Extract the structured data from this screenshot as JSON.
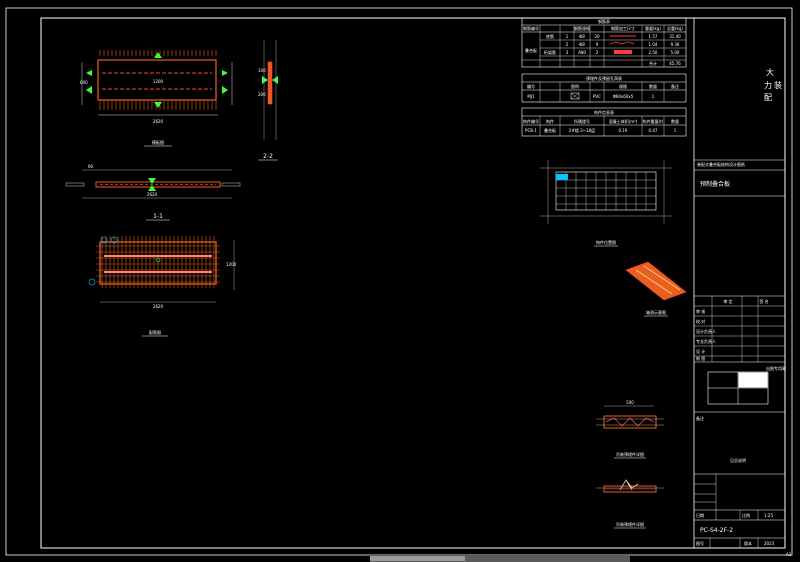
{
  "drawing": {
    "plan_caption": "模板图",
    "section_1_caption": "1-1",
    "section_2_caption": "2-2",
    "rebar_plan_caption": "配筋图",
    "location_caption": "构件位置图",
    "iso_caption": "轴测示意图",
    "detail1_caption": "吊装预埋件详图",
    "detail2_caption": "吊装预埋件详图"
  },
  "dims": {
    "length": "2620",
    "width": "1200",
    "thk": "60",
    "half": "600",
    "d1": "100",
    "d2": "500",
    "d3": "200"
  },
  "tables": {
    "t1_title": "钢筋表",
    "t1_headers": [
      "钢筋编号",
      "",
      "",
      "钢筋规格",
      "",
      "钢筋加工尺寸",
      "重量(kg)",
      "总重(kg)"
    ],
    "t1_rows": [
      [
        "",
        "底筋",
        "1",
        "Φ8",
        "20",
        "",
        "1.57",
        "31.40"
      ],
      [
        "叠合板",
        "",
        "2",
        "Φ8",
        "9",
        "",
        "1.04",
        "9.36"
      ],
      [
        "",
        "桁架筋",
        "3",
        "A80",
        "2",
        "",
        "2.50",
        "5.00"
      ],
      [
        "",
        "",
        "",
        "",
        "",
        "",
        "合计",
        "45.76"
      ]
    ],
    "t2_title": "预埋件及预留孔洞表",
    "t2_headers": [
      "编号",
      "",
      "图例",
      "",
      "规格",
      "数量",
      "备注"
    ],
    "t2_row": [
      "MJ1",
      "",
      "",
      "PVC",
      "Φ60x60x5",
      "1",
      ""
    ],
    "t3_title": "构件信息表",
    "t3_headers": [
      "构件编号",
      "构件",
      "所属楼号",
      "混凝土体积(m³)",
      "构件重量(t)",
      "数量"
    ],
    "t3_row": [
      "PCB-1",
      "叠合板",
      "2#楼 3~18层",
      "0.19",
      "0.47",
      "1"
    ]
  },
  "title_block": {
    "company_line1": "大",
    "company_line2": "力",
    "company_line3": "装",
    "company_line4": "配",
    "project_label": "装配式叠合板结构设计图纸",
    "drawing_name": "预制叠合板",
    "sig_header_1": "审 定",
    "sig_header_2": "签 名",
    "sig_rows": [
      "审 核",
      "校 对",
      "设计负责人",
      "专业负责人",
      "设 计",
      "制 图"
    ],
    "stamp_label": "出图专用章",
    "date_label": "日期",
    "scale_label": "比例",
    "scale_value": "1:25",
    "drawing_no_label": "图号",
    "drawing_no": "PC-S4-2F-2",
    "version_label": "版本",
    "version": "2023",
    "sheet_no": "A2",
    "note_label": "备注",
    "note_value": "见总说明"
  },
  "colors": {
    "frame": "#ffffff",
    "concrete": "#e8601c",
    "rebar": "#ff3b3b",
    "green": "#3cff3c",
    "cyan": "#00c8ff",
    "dim": "#cfcfcf"
  }
}
